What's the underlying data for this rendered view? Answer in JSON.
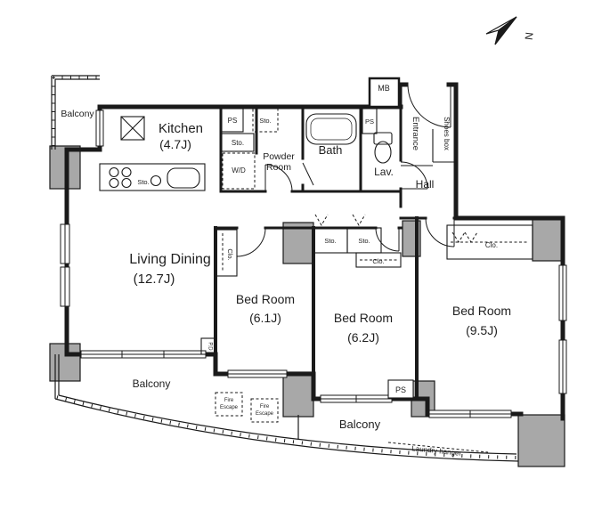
{
  "colors": {
    "wall": "#1a1a1a",
    "column": "#a8a8a8",
    "background": "#ffffff"
  },
  "compass": {
    "north": "N"
  },
  "rooms": {
    "balcony_top": {
      "label": "Balcony"
    },
    "kitchen": {
      "label": "Kitchen",
      "size": "(4.7J)"
    },
    "powder_room": {
      "line1": "Powder",
      "line2": "Room"
    },
    "bath": {
      "label": "Bath"
    },
    "lavatory": {
      "label": "Lav."
    },
    "entrance": {
      "label": "Entrance"
    },
    "shoes_box": {
      "label": "Shoes box"
    },
    "hall": {
      "label": "Hall"
    },
    "living_dining": {
      "label": "Living Dining",
      "size": "(12.7J)"
    },
    "bedroom_61": {
      "label": "Bed Room",
      "size": "(6.1J)"
    },
    "bedroom_62": {
      "label": "Bed Room",
      "size": "(6.2J)"
    },
    "bedroom_95": {
      "label": "Bed Room",
      "size": "(9.5J)"
    },
    "balcony_left": {
      "label": "Balcony"
    },
    "balcony_main": {
      "label": "Balcony"
    }
  },
  "features": {
    "mb": "MB",
    "ps_kitchen": "PS",
    "ps_lav": "PS",
    "ps_balcony": "PS",
    "sto_powder_upper": "Sto.",
    "sto_kitchen": "Sto.",
    "sto_counter": "Sto.",
    "sto_bedroom62_a": "Sto.",
    "sto_bedroom62_b": "Sto.",
    "clo_bedroom61": "Clo.",
    "clo_bedroom62": "Clo.",
    "clo_bedroom95": "Clo.",
    "washer_dryer": "W/D",
    "pipe_duct": "P.D",
    "fire_escape": {
      "line1": "Fire",
      "line2": "Escape"
    },
    "laundry_hanger": "Laundry hanger"
  }
}
